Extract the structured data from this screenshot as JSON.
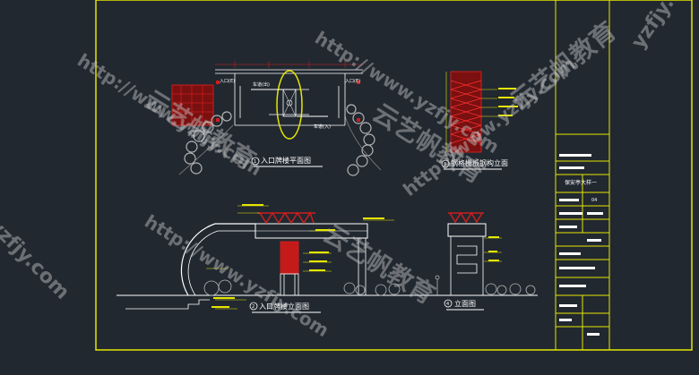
{
  "drawing": {
    "views": {
      "plan": {
        "title": "入口牌楼平面图",
        "number": "1"
      },
      "detail": {
        "title": "钢格栅板钢构立面",
        "number": "3"
      },
      "front_elevation": {
        "title": "入口牌楼立面图",
        "number": "2"
      },
      "side_elevation": {
        "title": "立面图",
        "number": "4"
      }
    },
    "plan_labels": {
      "entry_left": "入口(E)",
      "entry_right": "入口(E)",
      "lane_top": "车道(出)",
      "lane_bottom": "车道(入)"
    },
    "title_block": {
      "project": "保安亭大样一",
      "sheet": "04"
    }
  },
  "watermarks": {
    "site": "http://www.yzfjy.com",
    "brand": "云艺帆教育",
    "short_site": "yzfjy.com"
  },
  "colors": {
    "background": "#212830",
    "frame": "#e6e600",
    "structure": "#cc1e1e",
    "line": "#ffffff",
    "plant": "#b4b4b4"
  }
}
